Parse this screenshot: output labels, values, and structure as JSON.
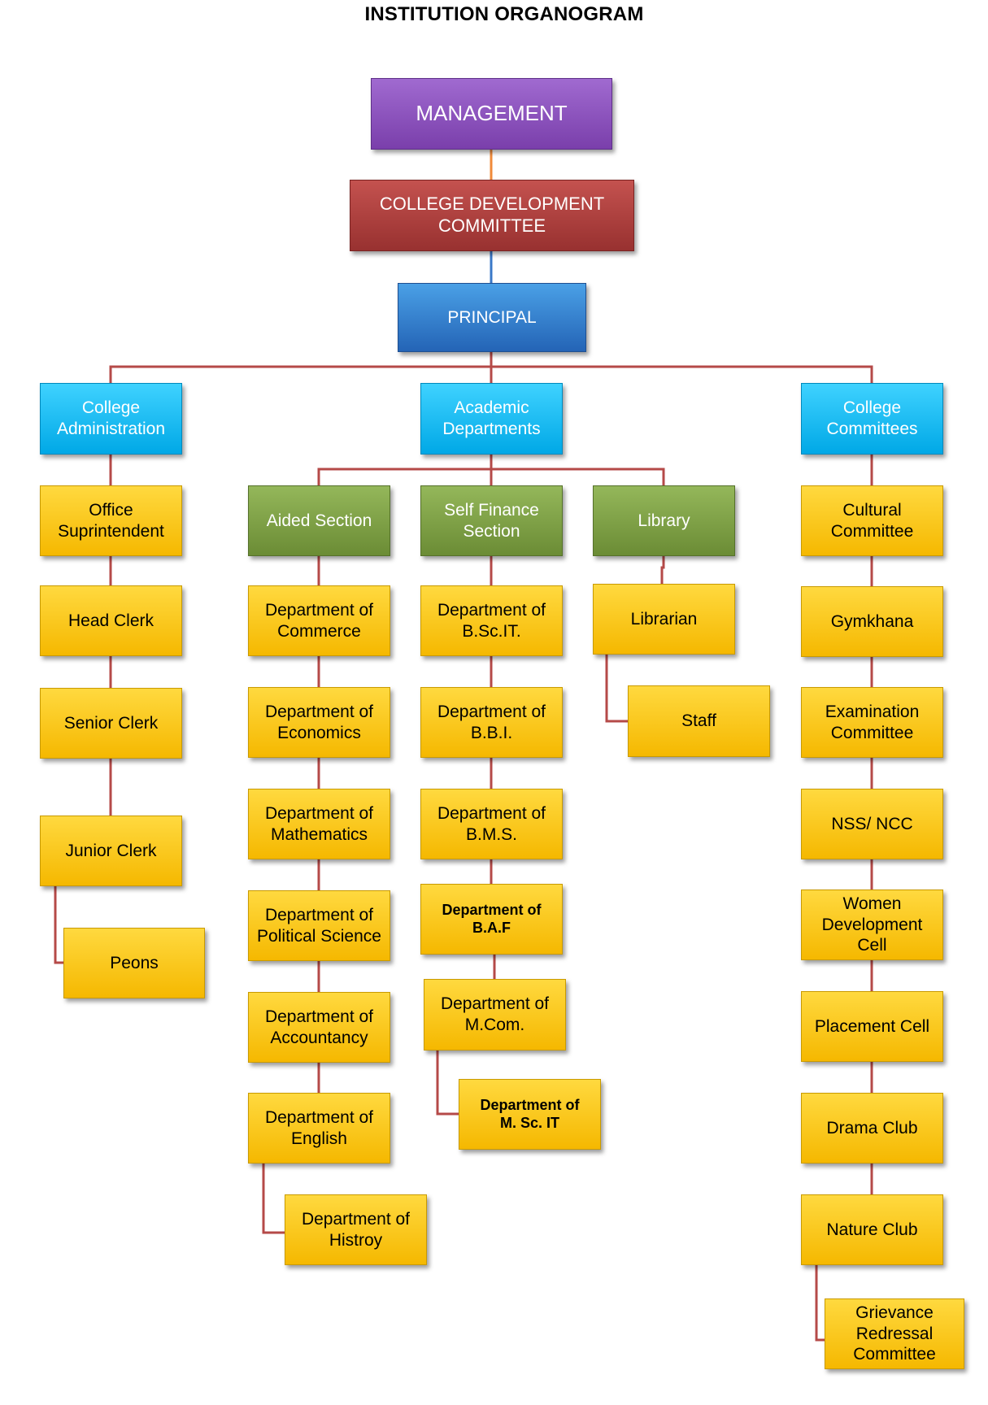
{
  "title": "INSTITUTION ORGANOGRAM",
  "colors": {
    "management": "#8b4fc0",
    "committee": "#ad3f3d",
    "principal": "#2f7fd1",
    "division": "#10bff5",
    "section": "#7ea146",
    "unit": "#ffc914",
    "connector": "#b54a48"
  },
  "nodes": {
    "management": "MANAGEMENT",
    "cdc": "COLLEGE DEVELOPMENT\nCOMMITTEE",
    "principal": "PRINCIPAL",
    "college_administration": "College\nAdministration",
    "academic_departments": "Academic\nDepartments",
    "college_committees": "College\nCommittees",
    "office_superintendent": "Office\nSuprintendent",
    "head_clerk": "Head Clerk",
    "senior_clerk": "Senior Clerk",
    "junior_clerk": "Junior Clerk",
    "peons": "Peons",
    "aided_section": "Aided Section",
    "self_finance_section": "Self Finance\nSection",
    "library": "Library",
    "dept_commerce": "Department of\nCommerce",
    "dept_economics": "Department of\nEconomics",
    "dept_mathematics": "Department of\nMathematics",
    "dept_political_science": "Department of\nPolitical Science",
    "dept_accountancy": "Department of\nAccountancy",
    "dept_english": "Department of\nEnglish",
    "dept_history": "Department of\nHistroy",
    "dept_bscit": "Department of\nB.Sc.IT.",
    "dept_bbi": "Department of\nB.B.I.",
    "dept_bms": "Department of\nB.M.S.",
    "dept_baf": "Department of\nB.A.F",
    "dept_mcom": "Department of\nM.Com.",
    "dept_mscit": "Department of\nM. Sc. IT",
    "librarian": "Librarian",
    "staff": "Staff",
    "cultural_committee": "Cultural\nCommittee",
    "gymkhana": "Gymkhana",
    "examination_committee": "Examination\nCommittee",
    "nss_ncc": "NSS/ NCC",
    "women_development_cell": "Women\nDevelopment\nCell",
    "placement_cell": "Placement Cell",
    "drama_club": "Drama Club",
    "nature_club": "Nature Club",
    "grievance_committee": "Grievance\nRedressal\nCommittee"
  }
}
